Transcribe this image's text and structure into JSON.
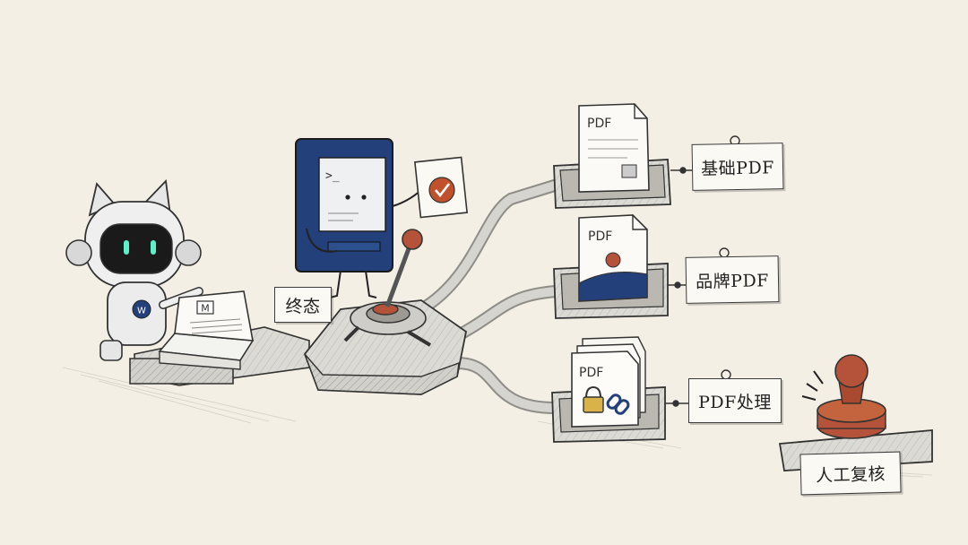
{
  "labels": {
    "final_state": "终态",
    "basic_pdf": "基础PDF",
    "brand_pdf": "品牌PDF",
    "pdf_processing": "PDF处理",
    "human_review": "人工复核"
  },
  "doc_texts": {
    "doc1": "PDF",
    "doc2": "PDF",
    "doc3": "PDF",
    "stack_mark": "M",
    "robot_badge": "W",
    "terminal_prompt": ">_"
  },
  "colors": {
    "background": "#f4efe4",
    "ink": "#2e2e2e",
    "navy": "#23407a",
    "rust": "#b4533a",
    "stone": "#c9c7c2",
    "teal": "#5ef0c8"
  },
  "icons": [
    "robot-cat-icon",
    "terminal-icon",
    "checkmark-icon",
    "lever-icon",
    "lock-icon",
    "link-icon",
    "stamp-icon"
  ]
}
